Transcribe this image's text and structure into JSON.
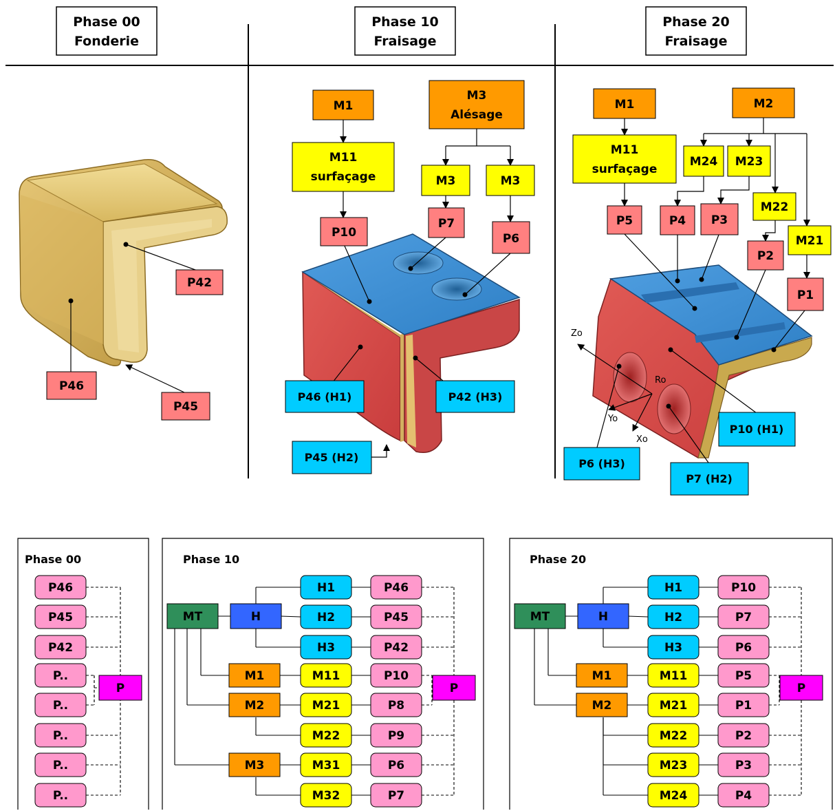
{
  "colors": {
    "orange": "#ff9a00",
    "yellow": "#ffff00",
    "salmon": "#ff8080",
    "cyan": "#00ccff",
    "pink": "#ff99cc",
    "green": "#2f8f5a",
    "blue": "#3366ff",
    "magenta": "#ff00ff",
    "bronze": "#c9a94e",
    "red": "#d84a4a",
    "steel": "#3d8ed0"
  },
  "headers": [
    {
      "id": "p00",
      "line1": "Phase 00",
      "line2": "Fonderie"
    },
    {
      "id": "p10",
      "line1": "Phase 10",
      "line2": "Fraisage"
    },
    {
      "id": "p20",
      "line1": "Phase 20",
      "line2": "Fraisage"
    }
  ],
  "top": {
    "phase00": {
      "labels": [
        "P42",
        "P46",
        "P45"
      ]
    },
    "phase10": {
      "m1": "M1",
      "m11": [
        "M11",
        "surfaçage"
      ],
      "m3": [
        "M3",
        "Alésage"
      ],
      "m3a": "M3",
      "m3b": "M3",
      "p10": "P10",
      "p7": "P7",
      "p6": "P6",
      "h1": "P46 (H1)",
      "h3": "P42 (H3)",
      "h2": "P45 (H2)"
    },
    "phase20": {
      "m1": "M1",
      "m2": "M2",
      "m11": [
        "M11",
        "surfaçage"
      ],
      "m24": "M24",
      "m23": "M23",
      "m22": "M22",
      "m21": "M21",
      "p5": "P5",
      "p4": "P4",
      "p3": "P3",
      "p2": "P2",
      "p1": "P1",
      "h1": "P10 (H1)",
      "h3": "P6 (H3)",
      "h2": "P7 (H2)",
      "axes": {
        "z": "Zo",
        "y": "Yo",
        "x": "Xo",
        "r": "Ro"
      }
    }
  },
  "bottom": {
    "phase00": {
      "title": "Phase 00",
      "items": [
        "P46",
        "P45",
        "P42",
        "P..",
        "P..",
        "P..",
        "P..",
        "P.."
      ],
      "p": "P"
    },
    "phase10": {
      "title": "Phase 10",
      "mt": "MT",
      "h": "H",
      "hs": [
        "H1",
        "H2",
        "H3"
      ],
      "ms": [
        "M1",
        "M2",
        "M3"
      ],
      "subs": [
        "M11",
        "M21",
        "M22",
        "M31",
        "M32"
      ],
      "rows": [
        "P46",
        "P45",
        "P42",
        "P10",
        "P8",
        "P9",
        "P6",
        "P7"
      ],
      "p": "P"
    },
    "phase20": {
      "title": "Phase 20",
      "mt": "MT",
      "h": "H",
      "hs": [
        "H1",
        "H2",
        "H3"
      ],
      "ms": [
        "M1",
        "M2"
      ],
      "subs": [
        "M11",
        "M21",
        "M22",
        "M23",
        "M24"
      ],
      "rows": [
        "P10",
        "P7",
        "P6",
        "P5",
        "P1",
        "P2",
        "P3",
        "P4"
      ],
      "p": "P"
    }
  }
}
